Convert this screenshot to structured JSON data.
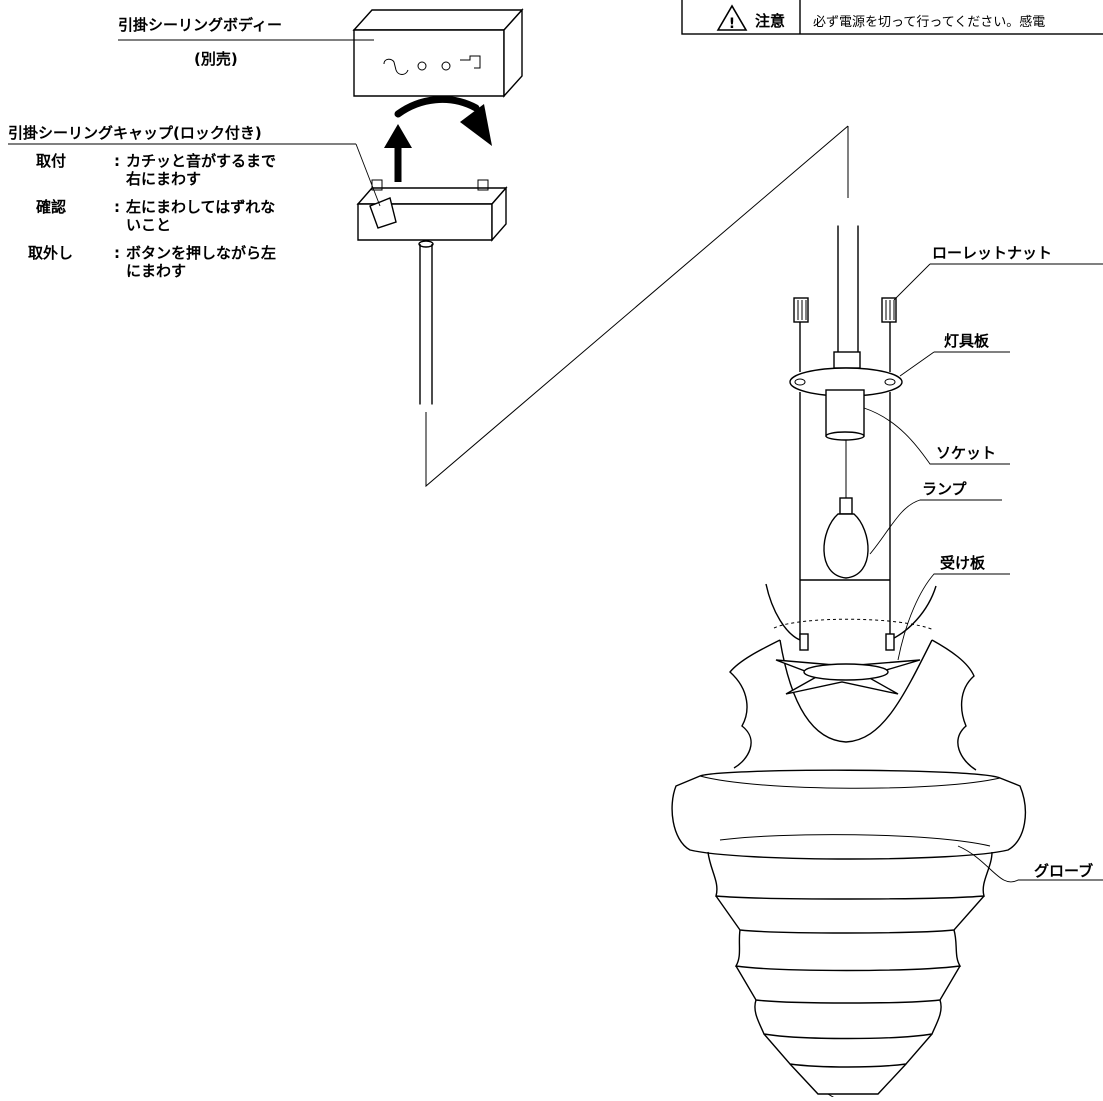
{
  "warning": {
    "title": "注意",
    "text": "必ず電源を切って行ってください。感電"
  },
  "ceiling_body": {
    "name": "引掛シーリングボディー",
    "note": "(別売)"
  },
  "ceiling_cap": {
    "name": "引掛シーリングキャップ(ロック付き)",
    "steps": [
      {
        "term": "取付",
        "sep": ":",
        "line1": "カチッと音がするまで",
        "line2": "右にまわす"
      },
      {
        "term": "確認",
        "sep": ":",
        "line1": "左にまわしてはずれな",
        "line2": "いこと"
      },
      {
        "term": "取外し",
        "sep": ":",
        "line1": "ボタンを押しながら左",
        "line2": "にまわす"
      }
    ]
  },
  "parts": {
    "knurled_nut": "ローレットナット",
    "fixture_plate": "灯具板",
    "socket": "ソケット",
    "lamp": "ランプ",
    "receiver_plate": "受け板",
    "globe": "グローブ"
  },
  "icons": {
    "warning": "warning-triangle-icon",
    "rotate": "rotate-arrow-icon",
    "up": "up-arrow-icon"
  }
}
